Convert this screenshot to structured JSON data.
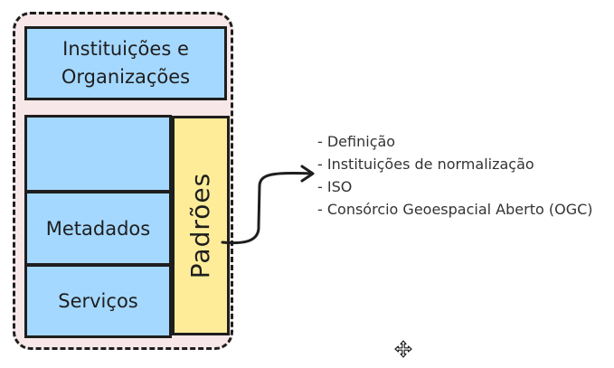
{
  "diagram": {
    "institutions_label": "Instituições e Organizações",
    "metadata_label": "Metadados",
    "services_label": "Serviços",
    "standards_label": "Padrões",
    "notes": [
      "- Definição",
      "- Instituições de normalização",
      "- ISO",
      "- Consórcio Geoespacial Aberto (OGC)"
    ]
  },
  "colors": {
    "group_fill": "#f7e7e8",
    "box_blue": "#a5d8ff",
    "box_yellow": "#ffec99",
    "stroke": "#1e1e1e"
  },
  "icons": [
    "move-cursor-icon"
  ]
}
